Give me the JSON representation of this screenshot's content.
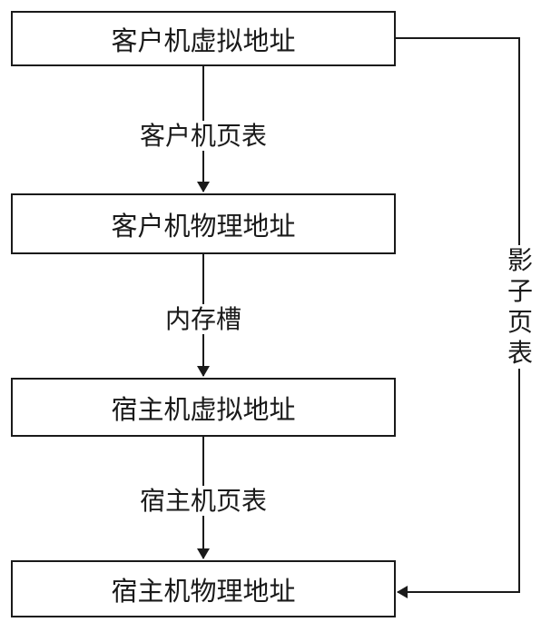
{
  "boxes": [
    "客户机虚拟地址",
    "客户机物理地址",
    "宿主机虚拟地址",
    "宿主机物理地址"
  ],
  "edges": [
    "客户机页表",
    "内存槽",
    "宿主机页表"
  ],
  "shadow": {
    "label": "影子页表"
  }
}
